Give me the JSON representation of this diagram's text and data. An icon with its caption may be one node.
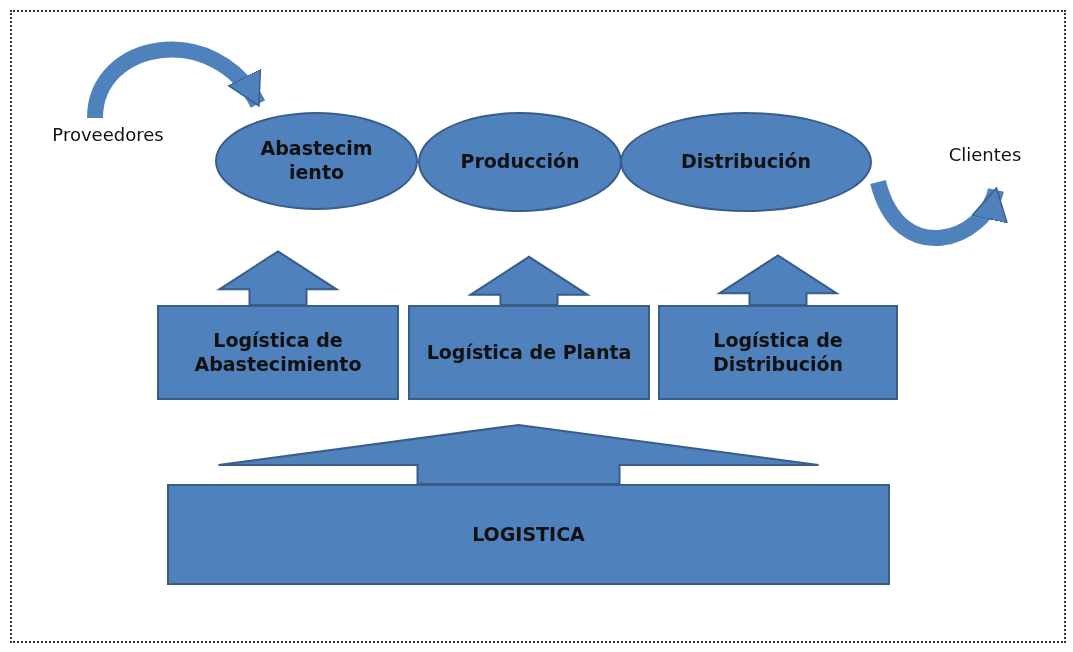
{
  "diagram": {
    "nodes": [
      {
        "text": [
          "Proveedores"
        ]
      },
      {
        "text": [
          "Abastecim iento"
        ]
      },
      {
        "text": [
          "Producción"
        ]
      },
      {
        "text": [
          "Distribución"
        ]
      },
      {
        "text": [
          "Clientes"
        ]
      },
      {
        "text": [
          "Logística de Abastecimiento"
        ]
      },
      {
        "text": [
          "Logística de Planta"
        ]
      },
      {
        "text": [
          "Logística de Distribución"
        ]
      },
      {
        "text": [
          "LOGISTICA"
        ]
      }
    ],
    "edges": [
      {
        "from": 0,
        "to": 1,
        "arrow": "to"
      },
      {
        "from": 3,
        "to": 4,
        "arrow": "to"
      },
      {
        "from": 5,
        "to": 1,
        "arrow": "to"
      },
      {
        "from": 6,
        "to": 2,
        "arrow": "to"
      },
      {
        "from": 7,
        "to": 3,
        "arrow": "to"
      },
      {
        "from": 8,
        "to": 6,
        "arrow": "to"
      }
    ]
  }
}
